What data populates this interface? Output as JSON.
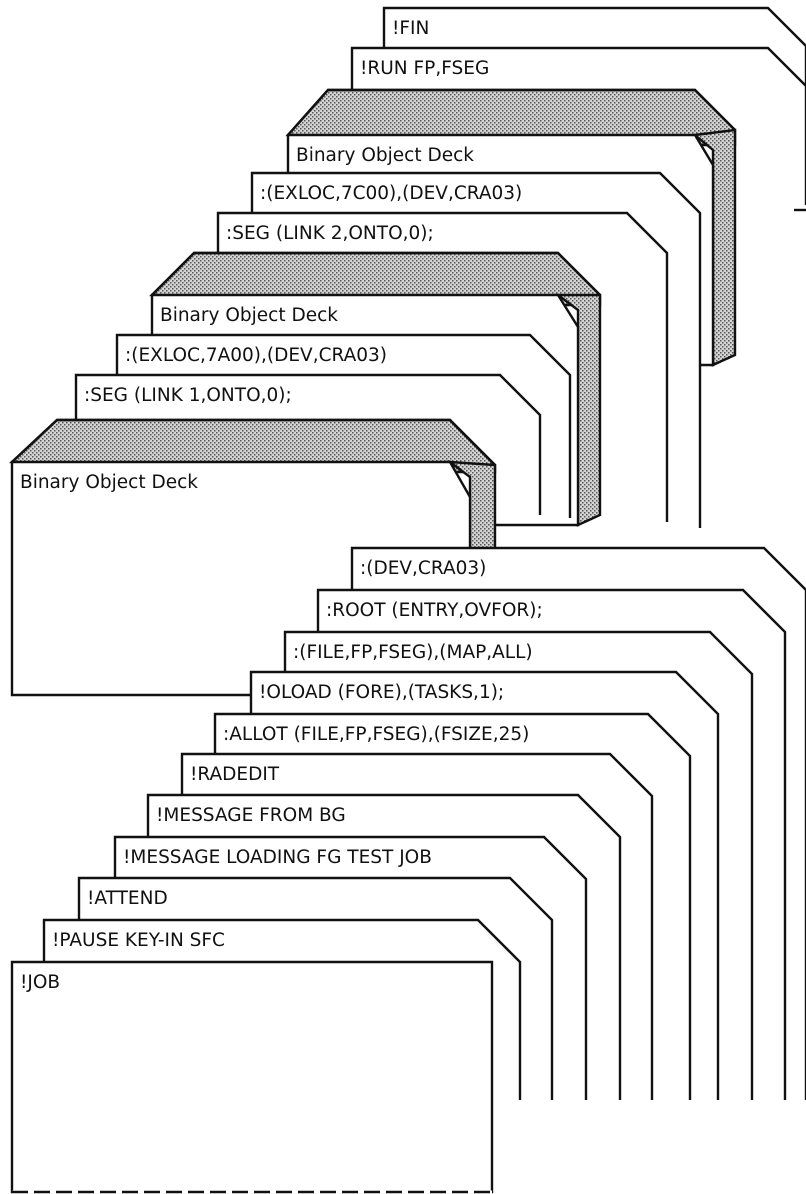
{
  "cards": [
    {
      "id": "fin",
      "text": "!FIN"
    },
    {
      "id": "run",
      "text": "!RUN FP,FSEG"
    },
    {
      "id": "deck3",
      "text": "Binary Object Deck"
    },
    {
      "id": "exloc2",
      "text": ":(EXLOC,7C00),(DEV,CRA03)"
    },
    {
      "id": "seg2",
      "text": ":SEG (LINK 2,ONTO,0);"
    },
    {
      "id": "deck2",
      "text": "Binary Object Deck"
    },
    {
      "id": "exloc1",
      "text": ":(EXLOC,7A00),(DEV,CRA03)"
    },
    {
      "id": "seg1",
      "text": ":SEG (LINK 1,ONTO,0);"
    },
    {
      "id": "deck1",
      "text": "Binary Object Deck"
    },
    {
      "id": "dev",
      "text": ":(DEV,CRA03)"
    },
    {
      "id": "root",
      "text": ":ROOT (ENTRY,OVFOR);"
    },
    {
      "id": "file",
      "text": ":(FILE,FP,FSEG),(MAP,ALL)"
    },
    {
      "id": "oload",
      "text": "!OLOAD (FORE),(TASKS,1);"
    },
    {
      "id": "allot",
      "text": ":ALLOT (FILE,FP,FSEG),(FSIZE,25)"
    },
    {
      "id": "radedit",
      "text": "!RADEDIT"
    },
    {
      "id": "msgbg",
      "text": "!MESSAGE FROM BG"
    },
    {
      "id": "msgfg",
      "text": "!MESSAGE LOADING FG TEST JOB"
    },
    {
      "id": "attend",
      "text": "!ATTEND"
    },
    {
      "id": "pause",
      "text": "!PAUSE KEY-IN SFC"
    },
    {
      "id": "job",
      "text": "!JOB"
    }
  ]
}
